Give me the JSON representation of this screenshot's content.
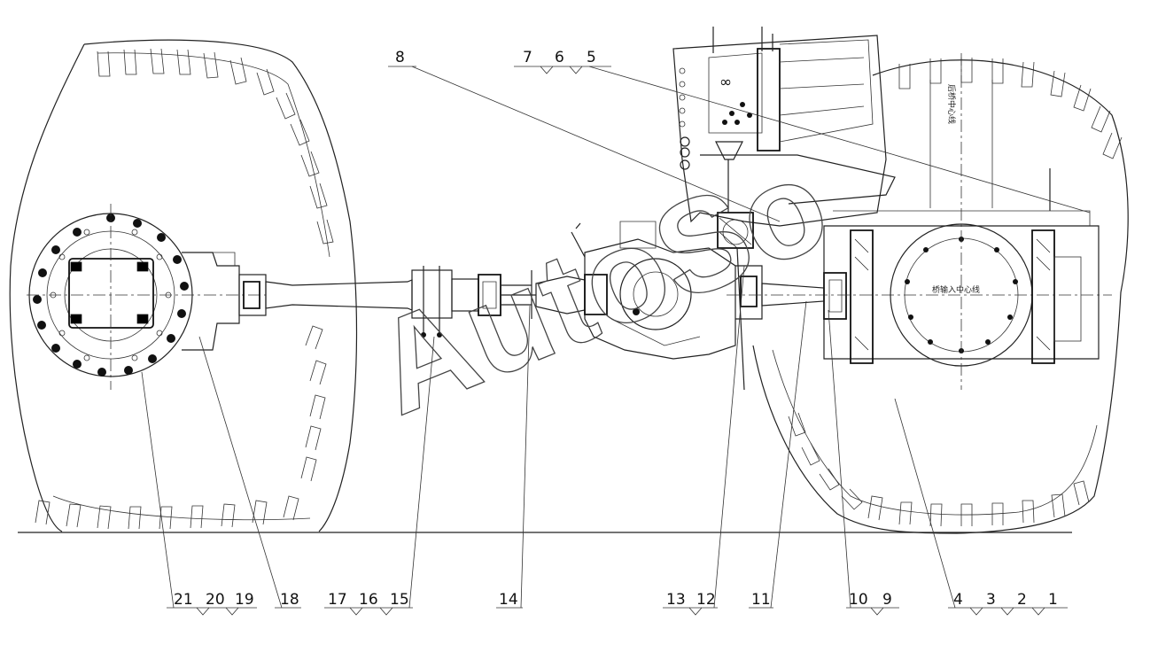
{
  "callouts_top": [
    {
      "id": "c8",
      "text": "8"
    },
    {
      "id": "c7",
      "text": "7"
    },
    {
      "id": "c6",
      "text": "6"
    },
    {
      "id": "c5",
      "text": "5"
    }
  ],
  "callouts_bottom": [
    {
      "id": "c21",
      "text": "21"
    },
    {
      "id": "c20",
      "text": "20"
    },
    {
      "id": "c19",
      "text": "19"
    },
    {
      "id": "c18",
      "text": "18"
    },
    {
      "id": "c17",
      "text": "17"
    },
    {
      "id": "c16",
      "text": "16"
    },
    {
      "id": "c15",
      "text": "15"
    },
    {
      "id": "c14",
      "text": "14"
    },
    {
      "id": "c13",
      "text": "13"
    },
    {
      "id": "c12",
      "text": "12"
    },
    {
      "id": "c11",
      "text": "11"
    },
    {
      "id": "c10",
      "text": "10"
    },
    {
      "id": "c9",
      "text": "9"
    },
    {
      "id": "c4",
      "text": "4"
    },
    {
      "id": "c3",
      "text": "3"
    },
    {
      "id": "c2",
      "text": "2"
    },
    {
      "id": "c1",
      "text": "1"
    }
  ],
  "annotations": {
    "rear_axle_center": "后桥中心线",
    "transmission_input_center": "桥输入中心线"
  },
  "watermark": "AutoSo"
}
